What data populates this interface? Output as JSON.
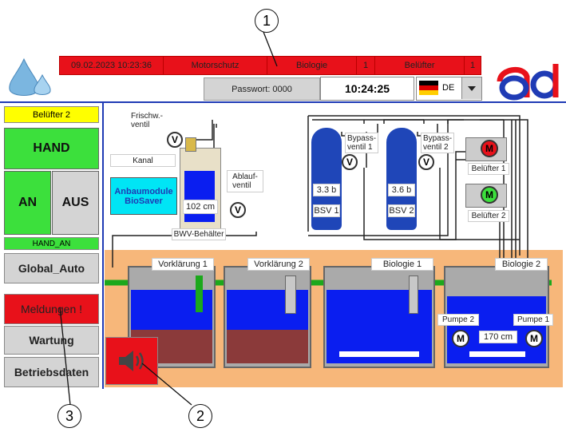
{
  "alarm_bar": {
    "date_time": "09.02.2023 10:23:36",
    "message": "Motorschutz",
    "area": "Biologie",
    "num1": "1",
    "device": "Belüfter",
    "num2": "1"
  },
  "header": {
    "password_label": "Passwort: 0000",
    "clock": "10:24:25",
    "language": "DE"
  },
  "sidebar": {
    "active_device": "Belüfter 2",
    "hand": "HAND",
    "an": "AN",
    "aus": "AUS",
    "status": "HAND_AN",
    "global_auto": "Global_Auto",
    "meldungen": "Meldungen !",
    "wartung": "Wartung",
    "betriebsdaten": "Betriebsdaten"
  },
  "process": {
    "frischwasser_label": "Frischw.-\nventil",
    "kanal_label": "Kanal",
    "ablauf_label": "Ablauf-\nventil",
    "module_label": "Anbaumodule\nBioSaver",
    "bwv_level": "102 cm",
    "bwv_label": "BWV-Behälter",
    "bypass1_label": "Bypass-\nventil 1",
    "bypass2_label": "Bypass-\nventil 2",
    "bsv1_pressure": "3.3 b",
    "bsv1_label": "BSV 1",
    "bsv2_pressure": "3.6 b",
    "bsv2_label": "BSV 2",
    "belufter1_label": "Belüfter 1",
    "belufter2_label": "Belüfter 2",
    "valve_symbol": "V",
    "motor_symbol": "M",
    "tank1_label": "Vorklärung 1",
    "tank2_label": "Vorklärung 2",
    "tank3_label": "Biologie 1",
    "tank4_label": "Biologie 2",
    "pump2_label": "Pumpe 2",
    "pump1_label": "Pumpe 1",
    "bio2_level": "170 cm"
  },
  "callouts": {
    "c1": "1",
    "c2": "2",
    "c3": "3"
  },
  "colors": {
    "alarm_red": "#e8111a",
    "motor_fault": "#e8111a",
    "motor_ok": "#3ce03c",
    "water_blue": "#0a1ef0",
    "sludge_brown": "#8b3a3a",
    "basin_orange": "#f7b77a",
    "hand_green": "#3ce03c",
    "device_yellow": "#ffff00",
    "module_cyan": "#00e5f5"
  },
  "icons": [
    "water-drops-logo",
    "ad-logo",
    "german-flag-icon",
    "dropdown-arrow-icon",
    "speaker-icon",
    "valve-icon",
    "motor-icon"
  ]
}
